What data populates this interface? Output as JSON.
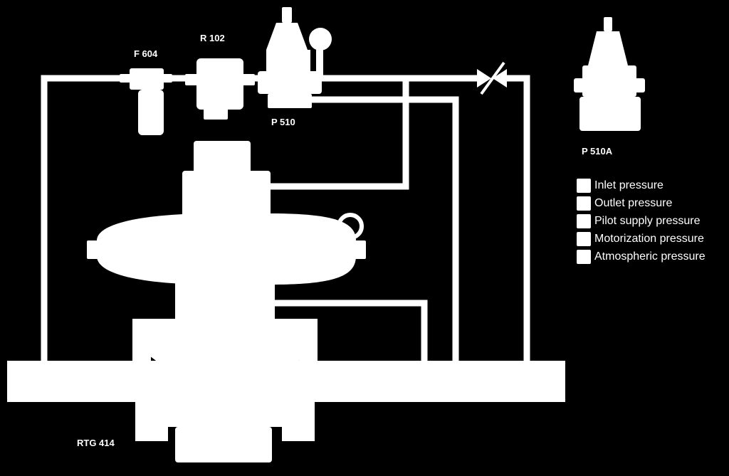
{
  "labels": {
    "filter": "F 604",
    "reducer": "R 102",
    "pilot": "P 510",
    "pilot_alt": "P 510A",
    "regulator": "RTG 414"
  },
  "legend": [
    {
      "label": "Inlet pressure"
    },
    {
      "label": "Outlet pressure"
    },
    {
      "label": "Pilot supply pressure"
    },
    {
      "label": "Motorization pressure"
    },
    {
      "label": "Atmospheric pressure"
    }
  ],
  "colors": {
    "background": "#000000",
    "foreground": "#ffffff"
  }
}
